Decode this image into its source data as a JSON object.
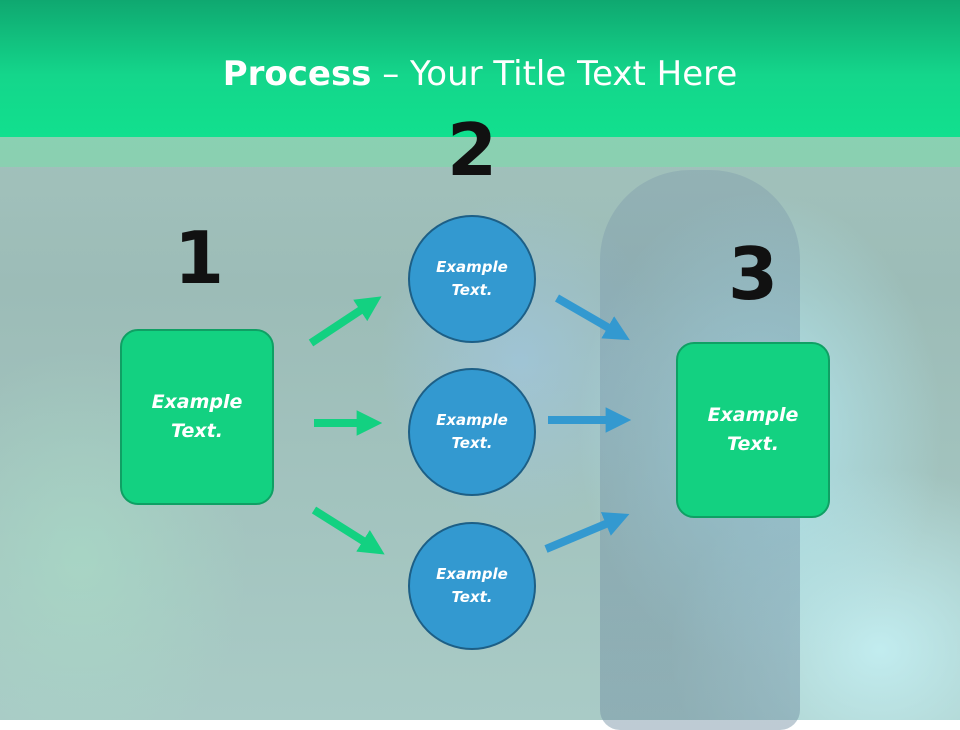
{
  "title": {
    "bold": "Process",
    "rest": " – Your Title Text Here"
  },
  "steps": {
    "one": "1",
    "two": "2",
    "three": "3"
  },
  "left_box": {
    "line1": "Example",
    "line2": "Text."
  },
  "circles": [
    {
      "line1": "Example",
      "line2": "Text."
    },
    {
      "line1": "Example",
      "line2": "Text."
    },
    {
      "line1": "Example",
      "line2": "Text."
    }
  ],
  "right_box": {
    "line1": "Example",
    "line2": "Text."
  },
  "colors": {
    "header": "#14d68b",
    "box_fill": "#13d181",
    "circle_fill": "#3399d0",
    "arrow_green": "#13d181",
    "arrow_blue": "#3399d0"
  }
}
